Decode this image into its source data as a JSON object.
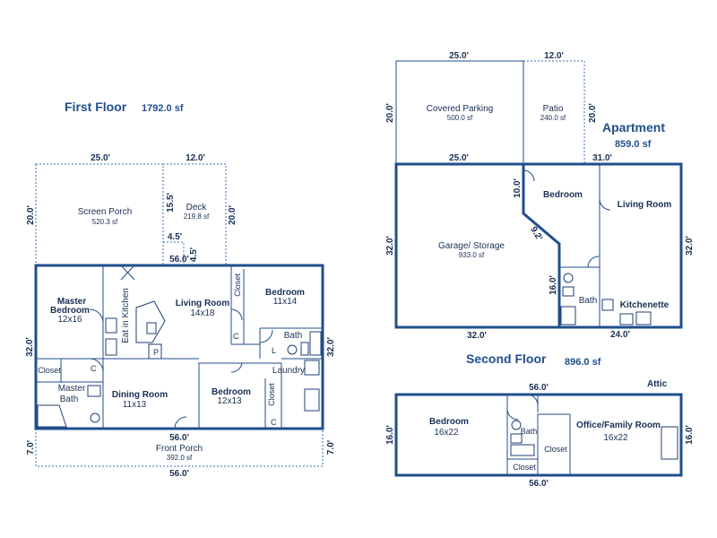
{
  "first_floor": {
    "title": "First Floor",
    "area": "1792.0 sf",
    "rooms": {
      "screen_porch": {
        "name": "Screen Porch",
        "area": "520.3 sf"
      },
      "deck": {
        "name": "Deck",
        "area": "219.8 sf"
      },
      "master_bedroom": {
        "name_line1": "Master",
        "name_line2": "Bedroom",
        "size": "12x16"
      },
      "eat_in_kitchen": {
        "name": "Eat in Kitchen"
      },
      "living_room": {
        "name": "Living Room",
        "size": "14x18"
      },
      "bedroom_ne": {
        "name": "Bedroom",
        "size": "11x14"
      },
      "closet_living": {
        "name": "Closet"
      },
      "bath": {
        "name": "Bath"
      },
      "laundry": {
        "name": "Laundry"
      },
      "closet_master": {
        "name": "Closet"
      },
      "master_bath": {
        "name_line1": "Master",
        "name_line2": "Bath"
      },
      "dining_room": {
        "name": "Dining Room",
        "size": "11x13"
      },
      "bedroom_s": {
        "name": "Bedroom",
        "size": "12x13"
      },
      "closet_bedroom": {
        "name": "Closet"
      },
      "front_porch": {
        "name": "Front Porch",
        "area": "392.0 sf"
      }
    },
    "markers": {
      "c": "C",
      "p": "P",
      "l": "L"
    },
    "dims": {
      "porch_w": "25.0'",
      "deck_w": "12.0'",
      "porch_h": "20.0'",
      "deck_h": "20.0'",
      "deck_inner": "15.5'",
      "deck_step_w": "4.5'",
      "deck_step_h": "4.5'",
      "house_top": "56.0'",
      "house_left": "32.0'",
      "house_right": "32.0'",
      "house_bottom": "56.0'",
      "front_left": "7.0'",
      "front_right": "7.0'",
      "front_bottom": "56.0'"
    }
  },
  "apartment": {
    "title": "Apartment",
    "area": "859.0 sf",
    "rooms": {
      "covered_parking": {
        "name": "Covered Parking",
        "area": "500.0 sf"
      },
      "patio": {
        "name": "Patio",
        "area": "240.0 sf"
      },
      "garage": {
        "name": "Garage/ Storage",
        "area": "933.0 sf"
      },
      "bedroom": {
        "name": "Bedroom"
      },
      "living_room": {
        "name": "Living Room"
      },
      "bath": {
        "name": "Bath"
      },
      "kitchenette": {
        "name": "Kitchenette"
      }
    },
    "dims": {
      "parking_w": "25.0'",
      "patio_w": "12.0'",
      "parking_h": "20.0'",
      "patio_h": "20.0'",
      "garage_top": "25.0'",
      "apt_top": "31.0'",
      "garage_left": "32.0'",
      "bed_wall": "10.0'",
      "diag": "9.2'",
      "bath_wall": "16.0'",
      "bottom_left": "32.0'",
      "bottom_right": "24.0'",
      "right": "32.0'"
    }
  },
  "second_floor": {
    "title": "Second Floor",
    "area": "896.0 sf",
    "attic": "Attic",
    "rooms": {
      "bedroom": {
        "name": "Bedroom",
        "size": "16x22"
      },
      "bath": {
        "name": "Bath"
      },
      "closet_bath": {
        "name": "Closet"
      },
      "closet_office": {
        "name": "Closet"
      },
      "office": {
        "name": "Office/Family Room",
        "size": "16x22"
      }
    },
    "dims": {
      "top": "56.0'",
      "bottom": "56.0'",
      "left": "16.0'",
      "right": "16.0'"
    }
  },
  "colors": {
    "wall": "#1f4e8c",
    "text": "#1a2f55",
    "title": "#1f4e8c"
  }
}
